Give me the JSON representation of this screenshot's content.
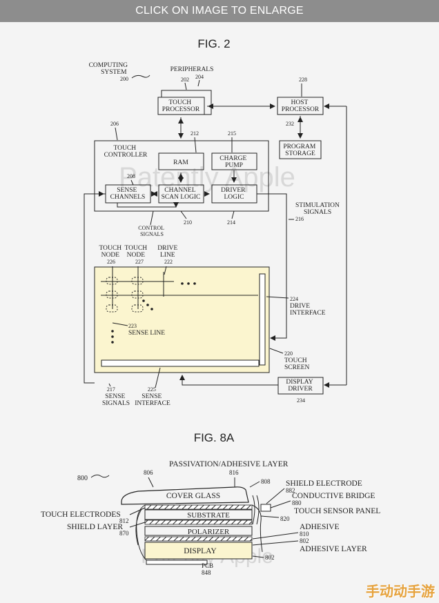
{
  "banner": "CLICK ON IMAGE TO ENLARGE",
  "fig2": {
    "title": "FIG. 2",
    "computing_system": [
      "COMPUTING",
      "SYSTEM",
      "200"
    ],
    "peripherals": "PERIPHERALS",
    "n202": "202",
    "n204": "204",
    "touch_processor": [
      "TOUCH",
      "PROCESSOR"
    ],
    "host_processor": [
      "HOST",
      "PROCESSOR"
    ],
    "n228": "228",
    "program_storage": [
      "PROGRAM",
      "STORAGE"
    ],
    "n232": "232",
    "n206": "206",
    "touch_controller": [
      "TOUCH",
      "CONTROLLER"
    ],
    "ram": "RAM",
    "n212": "212",
    "charge_pump": [
      "CHARGE",
      "PUMP"
    ],
    "n215": "215",
    "n208": "208",
    "sense_channels": [
      "SENSE",
      "CHANNELS"
    ],
    "channel_scan_logic": [
      "CHANNEL",
      "SCAN LOGIC"
    ],
    "driver_logic": [
      "DRIVER",
      "LOGIC"
    ],
    "stimulation_signals": [
      "STIMULATION",
      "SIGNALS",
      "216"
    ],
    "control_signals": [
      "CONTROL",
      "SIGNALS"
    ],
    "n210": "210",
    "n214": "214",
    "touch_node1": [
      "TOUCH",
      "NODE",
      "226"
    ],
    "touch_node2": [
      "TOUCH",
      "NODE",
      "227"
    ],
    "drive_line": [
      "DRIVE",
      "LINE",
      "222"
    ],
    "n223": "223",
    "sense_line": "SENSE LINE",
    "drive_interface": [
      "224",
      "DRIVE",
      "INTERFACE"
    ],
    "touch_screen": [
      "220",
      "TOUCH",
      "SCREEN"
    ],
    "sense_signals": [
      "217",
      "SENSE",
      "SIGNALS"
    ],
    "sense_interface": [
      "225",
      "SENSE",
      "INTERFACE"
    ],
    "display_driver": [
      "DISPLAY",
      "DRIVER"
    ],
    "n234": "234",
    "watermark": "Patently Apple"
  },
  "fig8a": {
    "title": "FIG. 8A",
    "n800": "800",
    "passivation": "PASSIVATION/ADHESIVE LAYER",
    "n806": "806",
    "n816": "816",
    "n808": "808",
    "cover_glass": "COVER GLASS",
    "shield_electrode": "SHIELD ELECTRODE",
    "n882": "882",
    "conductive_bridge": "CONDUCTIVE BRIDGE",
    "n880": "880",
    "touch_electrodes": "TOUCH ELECTRODES",
    "n812": "812",
    "substrate": "SUBSTRATE",
    "touch_sensor_panel": "TOUCH SENSOR PANEL",
    "n820": "820",
    "shield_layer": "SHIELD LAYER",
    "n870": "870",
    "polarizer": "POLARIZER",
    "adhesive": "ADHESIVE",
    "n810": "810",
    "n802": "802",
    "adhesive_layer": "ADHESIVE LAYER",
    "display": "DISPLAY",
    "pcb": "PCB",
    "n848": "848",
    "watermark": "Patently Apple"
  },
  "corner_mark": "手动动手游"
}
